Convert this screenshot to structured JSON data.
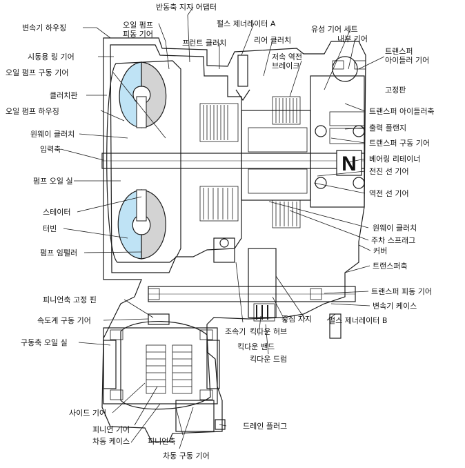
{
  "labels": {
    "transmission_housing": "변속기 하우징",
    "oil_pump_line1": "오일 펌프",
    "oil_pump_line2": "피동 기어",
    "reaction_shaft_adapter": "반동축 지지 어댑터",
    "pulse_generator_a": "펄스 제너레이터 A",
    "front_clutch": "프런트 클러치",
    "planetary_gear_set": "유성 기어 세트",
    "rear_clutch": "리어 클러치",
    "internal_gear": "내부 기어",
    "low_reverse_brake_line1": "저속 역전",
    "low_reverse_brake_line2": "브레이크",
    "transfer_idler_line1": "트랜스퍼",
    "transfer_idler_line2": "아이들러 기어",
    "starting_ring_gear": "시동용 링 기어",
    "oil_pump_drive_gear": "오일 펌프 구동 기어",
    "fixing_plate": "고정판",
    "clutch_plate": "클러치판",
    "oil_pump_housing": "오일 펌프 하우징",
    "transfer_idler_shaft": "트랜스퍼 아이들러축",
    "output_flange": "출력 플랜지",
    "one_way_clutch_left": "원웨이 클러치",
    "transfer_drive_gear": "트랜스퍼 구동 기어",
    "input_shaft": "입력축",
    "bearing_retainer": "베어링 리테이너",
    "forward_sun_gear": "전진 선 기어",
    "pump_oil_seal": "펌프 오일 실",
    "reverse_sun_gear": "역전 선 기어",
    "stator": "스테이터",
    "one_way_clutch_right": "원웨이 클러치",
    "turbine": "터빈",
    "parking_sprag": "주차 스프래그",
    "cover": "커버",
    "pump_impeller": "펌프 임펠러",
    "transfer_shaft": "트랜스퍼축",
    "transfer_driven_gear": "트랜스퍼 피동 기어",
    "pinion_shaft_fixing_pin": "피니언축 고정 핀",
    "transmission_case": "변속기 케이스",
    "speedometer_drive_gear": "속도계 구동 기어",
    "center_support": "중심 지지",
    "pulse_generator_b": "펄스 제너레이터 B",
    "adjuster": "조속기",
    "kickdown_hub": "킥다운 허브",
    "drive_shaft_oil_seal": "구동축 오일 실",
    "kickdown_band": "킥다운 밴드",
    "kickdown_drum": "킥다운 드럼",
    "side_gear": "사이드 기어",
    "drain_plug": "드레인 플러그",
    "pinion_gear": "피니언 기어",
    "differential_case": "차동 케이스",
    "pinion_shaft": "피니언축",
    "differential_drive_gear": "차동 구동 기어"
  },
  "n_mark": "N",
  "colors": {
    "line": "#1a1a1a",
    "torque_converter_fill": "#bfe3f5",
    "impeller_shade": "#d3d3d3",
    "background": "#ffffff"
  }
}
